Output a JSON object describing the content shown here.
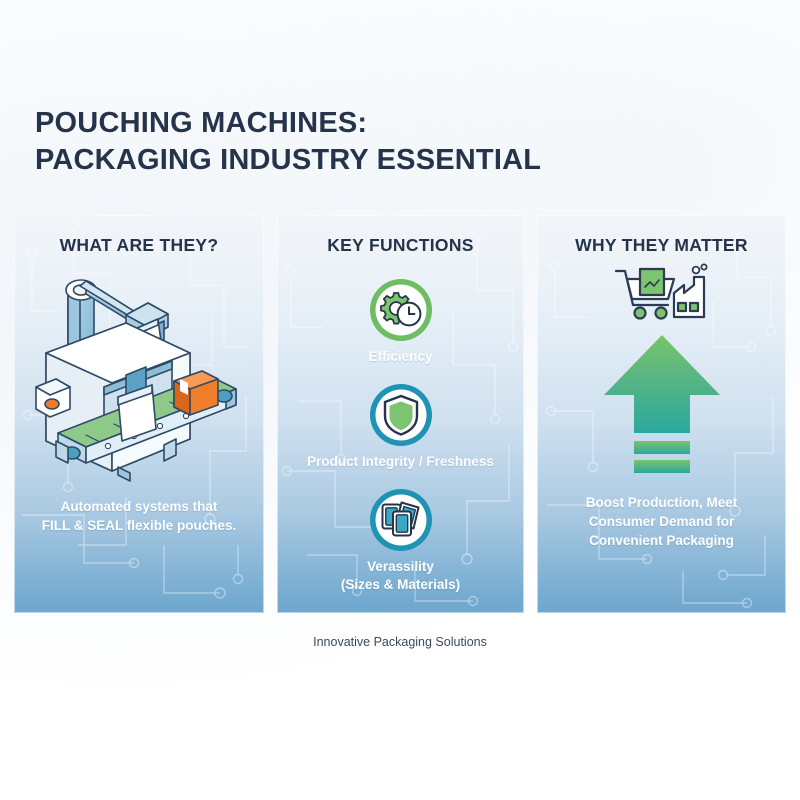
{
  "title": {
    "line1": "POUCHING MACHINES:",
    "line2": "PACKAGING INDUSTRY ESSENTIAL"
  },
  "colors": {
    "title_navy": "#25344a",
    "panel_top": "#f2f5f9",
    "panel_bottom": "#6ea6cd",
    "accent_green": "#6fbd63",
    "accent_teal": "#1f93b4",
    "accent_orange": "#f07d2a",
    "caption_white": "#ffffff",
    "footer_gray": "#3c4a5e"
  },
  "panels": [
    {
      "id": "what-are-they",
      "heading": "WHAT ARE THEY?",
      "illustration": "pouching-machine-isometric",
      "caption_lines": [
        "Automated systems that",
        "FILL & SEAL flexible pouches."
      ]
    },
    {
      "id": "key-functions",
      "heading": "KEY FUNCTIONS",
      "items": [
        {
          "icon": "gear-clock-icon",
          "ring_color": "#6fbd63",
          "label_lines": [
            "Efficiency"
          ]
        },
        {
          "icon": "shield-icon",
          "ring_color": "#1f93b4",
          "label_lines": [
            "Product Integrity / Freshness"
          ]
        },
        {
          "icon": "pouch-stack-icon",
          "ring_color": "#1f93b4",
          "label_lines": [
            "Verassility",
            "(Sizes & Materials)"
          ]
        }
      ]
    },
    {
      "id": "why-they-matter",
      "heading": "WHY THEY MATTER",
      "illustration": "shopping-cart-factory-icon",
      "arrow": "up-arrow-growth",
      "caption_lines": [
        "Boost Production, Meet",
        "Consumer Demand for",
        "Convenient Packaging"
      ]
    }
  ],
  "footer": {
    "text": "Innovative Packaging Solutions"
  }
}
